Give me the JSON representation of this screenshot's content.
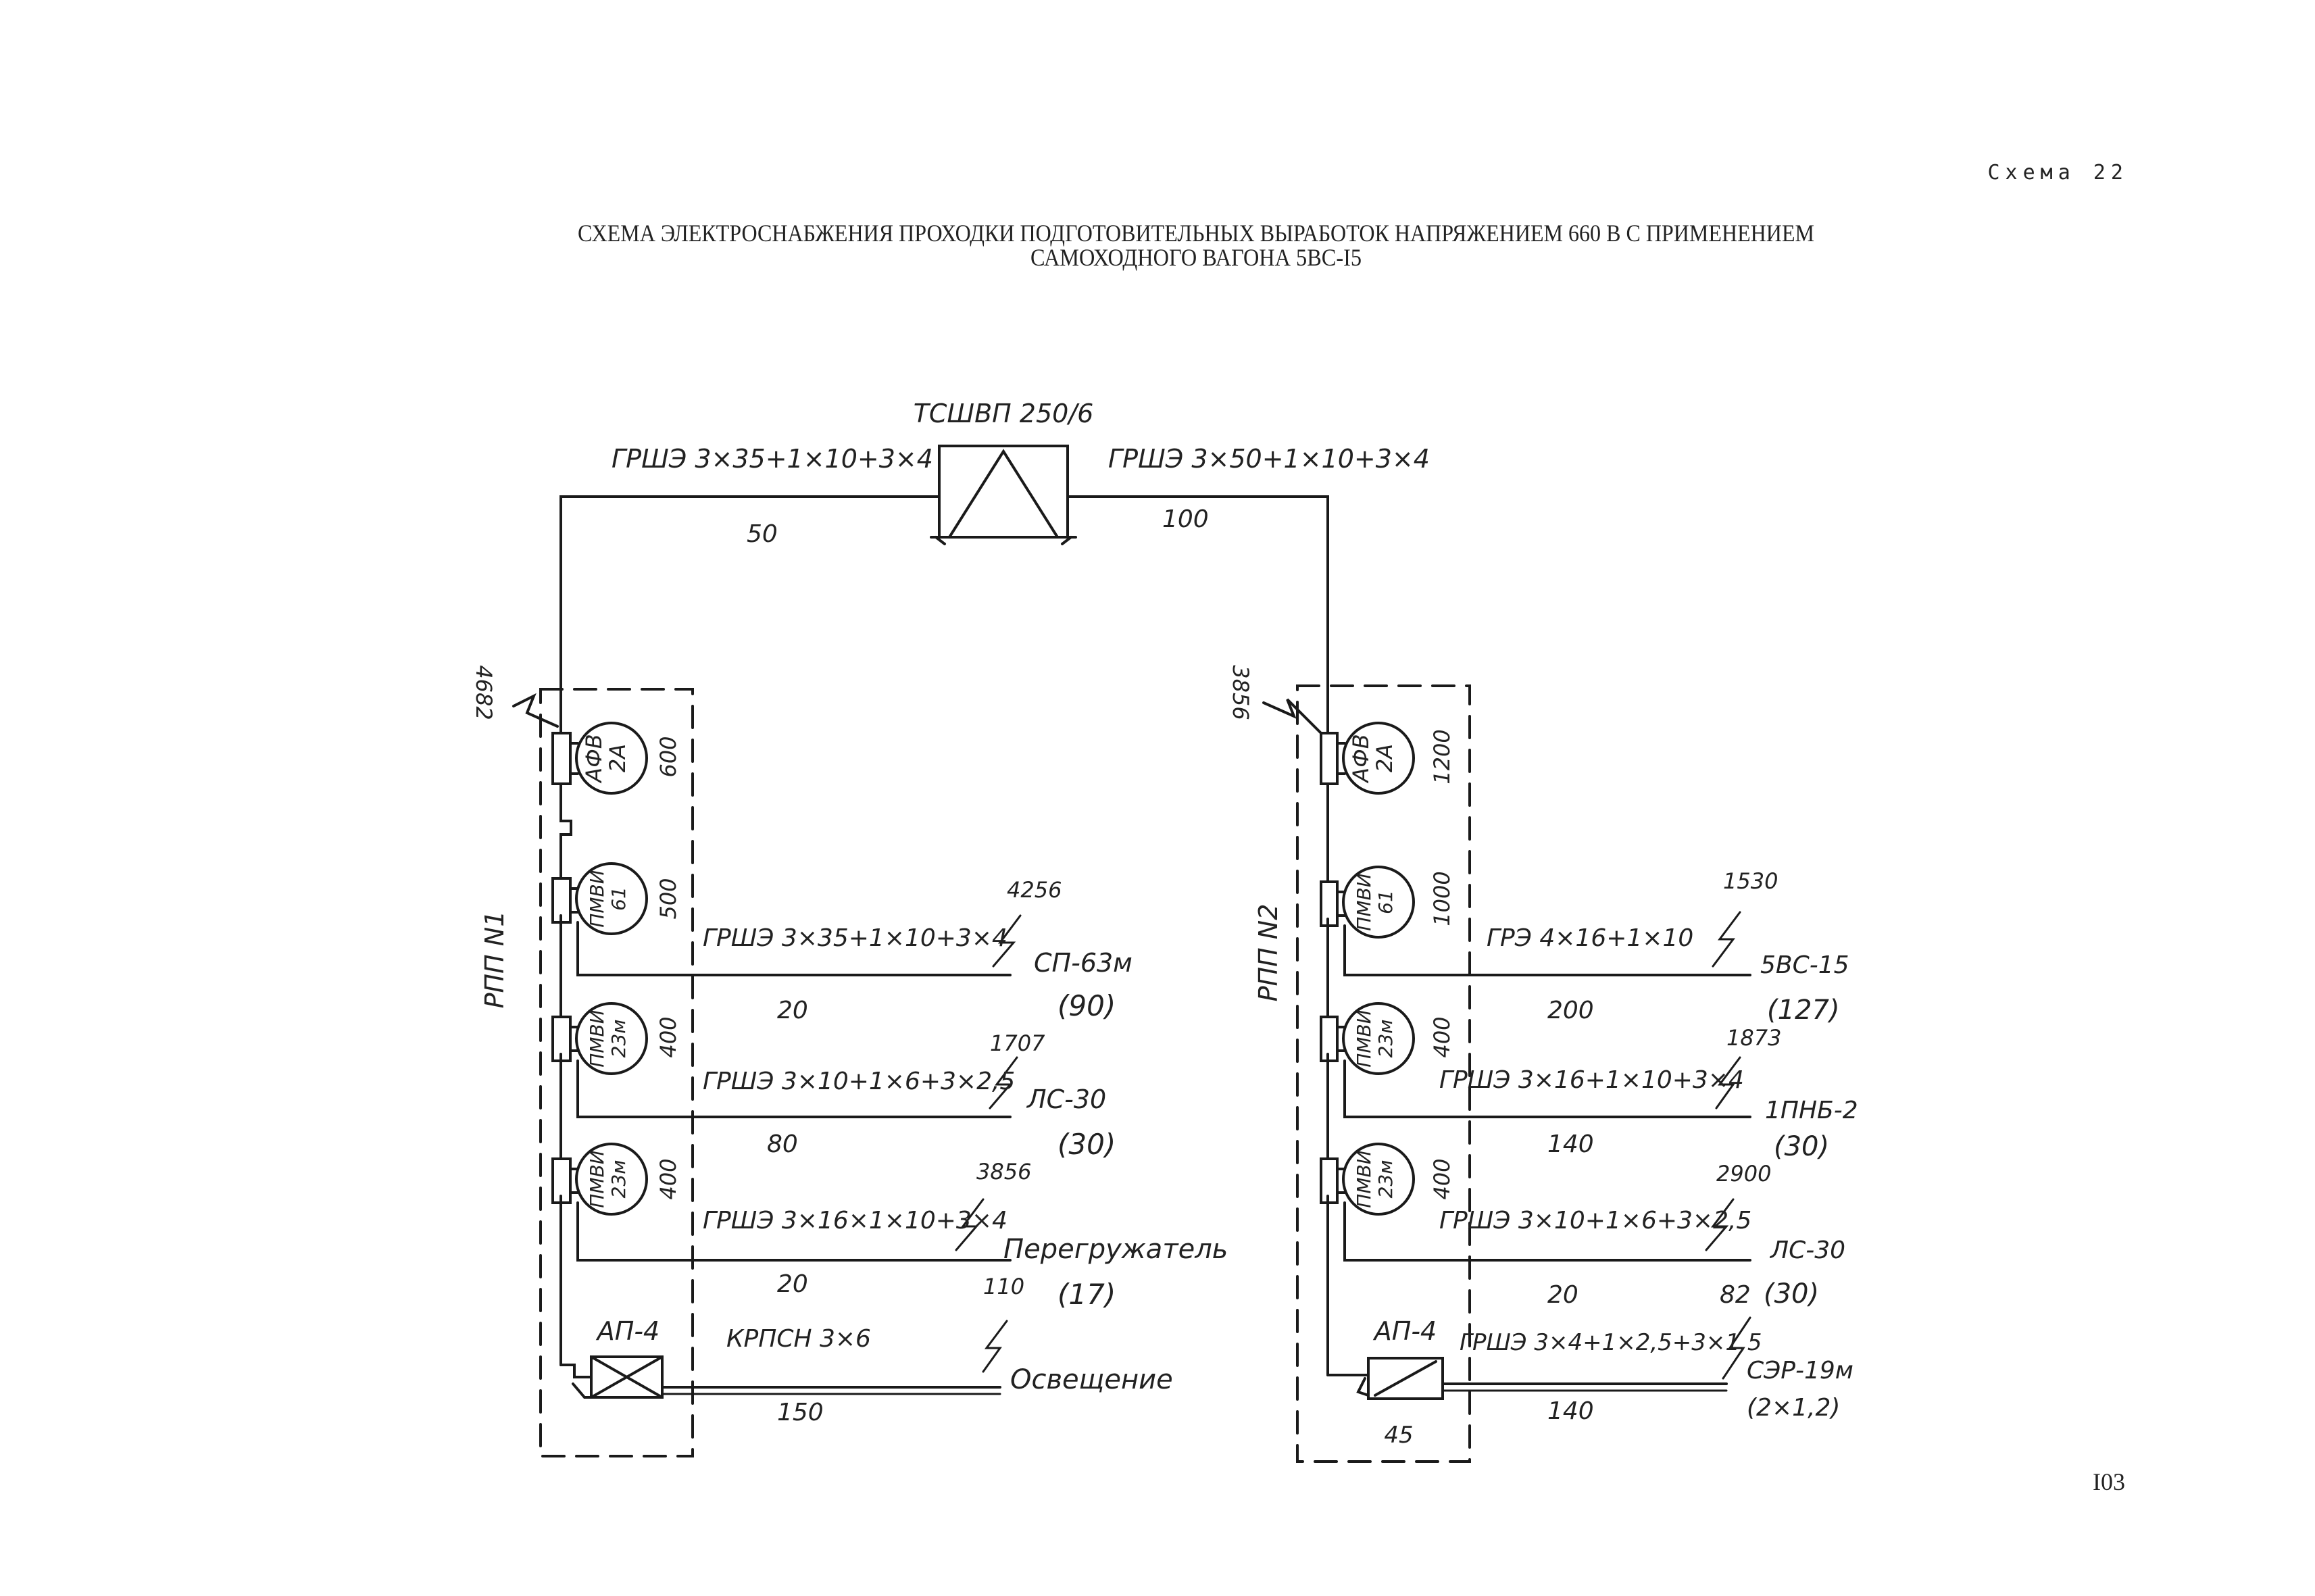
{
  "header": {
    "schema_no": "Схема 22",
    "title_line1": "СХЕМА ЭЛЕКТРОСНАБЖЕНИЯ ПРОХОДКИ ПОДГОТОВИТЕЛЬНЫХ ВЫРАБОТОК НАПРЯЖЕНИЕМ 660 В С ПРИМЕНЕНИЕМ",
    "title_line2": "САМОХОДНОГО ВАГОНА 5ВС-I5"
  },
  "page_number": "I03",
  "transformer": {
    "label": "ТСШВП 250/6",
    "left_cable": "ГРШЭ 3×35+1×10+3×4",
    "left_length": "50",
    "right_cable": "ГРШЭ 3×50+1×10+3×4",
    "right_length": "100"
  },
  "rpp1": {
    "label": "РПП N1",
    "fault_current": "4682",
    "afv": {
      "line1": "АФВ",
      "line2": "2А",
      "value": "600"
    },
    "pmvi1": {
      "line1": "ПМВИ",
      "line2": "61",
      "value": "500"
    },
    "pmvi2": {
      "line1": "ПМВИ",
      "line2": "23м",
      "value": "400"
    },
    "pmvi3": {
      "line1": "ПМВИ",
      "line2": "23м",
      "value": "400"
    },
    "ap": "АП-4",
    "feeders": [
      {
        "fault": "4256",
        "cable": "ГРШЭ 3×35+1×10+3×4",
        "length": "20",
        "load": "СП-63м",
        "power": "(90)"
      },
      {
        "fault": "1707",
        "cable": "ГРШЭ 3×10+1×6+3×2,5",
        "length": "80",
        "load": "ЛС-30",
        "power": "(30)"
      },
      {
        "fault": "3856",
        "cable": "ГРШЭ 3×16×1×10+3×4",
        "length": "20",
        "load": "Перегружатель",
        "power": "(17)"
      },
      {
        "fault": "110",
        "cable": "КРПСН 3×6",
        "length": "150",
        "load": "Освещение",
        "power": ""
      }
    ]
  },
  "rpp2": {
    "label": "РПП N2",
    "fault_current": "3856",
    "afv": {
      "line1": "АФВ",
      "line2": "2А",
      "value": "1200"
    },
    "pmvi1": {
      "line1": "ПМВИ",
      "line2": "61",
      "value": "1000"
    },
    "pmvi2": {
      "line1": "ПМВИ",
      "line2": "23м",
      "value": "400"
    },
    "pmvi3": {
      "line1": "ПМВИ",
      "line2": "23м",
      "value": "400"
    },
    "ap": "АП-4",
    "ap_value": "45",
    "feeders": [
      {
        "fault": "1530",
        "cable": "ГРЭ 4×16+1×10",
        "length": "200",
        "load": "5ВС-15",
        "power": "(127)"
      },
      {
        "fault": "1873",
        "cable": "ГРШЭ 3×16+1×10+3×4",
        "length": "140",
        "load": "1ПНБ-2",
        "power": "(30)"
      },
      {
        "fault": "2900",
        "cable": "ГРШЭ 3×10+1×6+3×2,5",
        "length": "20",
        "load": "ЛС-30",
        "power": "(30)"
      },
      {
        "fault": "82",
        "cable": "ГРШЭ 3×4+1×2,5+3×1,5",
        "length": "140",
        "load": "СЭР-19м",
        "power": "(2×1,2)"
      }
    ]
  }
}
